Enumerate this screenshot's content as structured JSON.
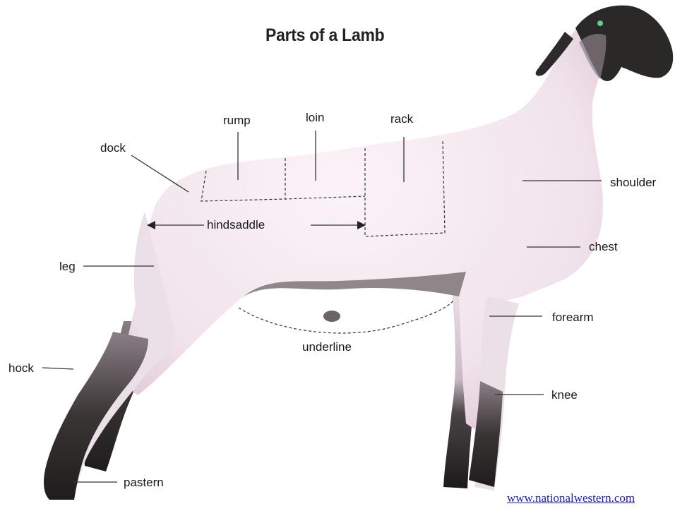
{
  "title": "Parts of a Lamb",
  "labels": {
    "rump": "rump",
    "loin": "loin",
    "rack": "rack",
    "dock": "dock",
    "shoulder": "shoulder",
    "hindsaddle": "hindsaddle",
    "chest": "chest",
    "leg": "leg",
    "forearm": "forearm",
    "underline": "underline",
    "hock": "hock",
    "knee": "knee",
    "pastern": "pastern"
  },
  "credit": "www.nationalwestern.com",
  "colors": {
    "body": "#f4e8ef",
    "dark_wool": "#2e2b2b",
    "text": "#1a1a1a",
    "link": "#1a1acc"
  }
}
